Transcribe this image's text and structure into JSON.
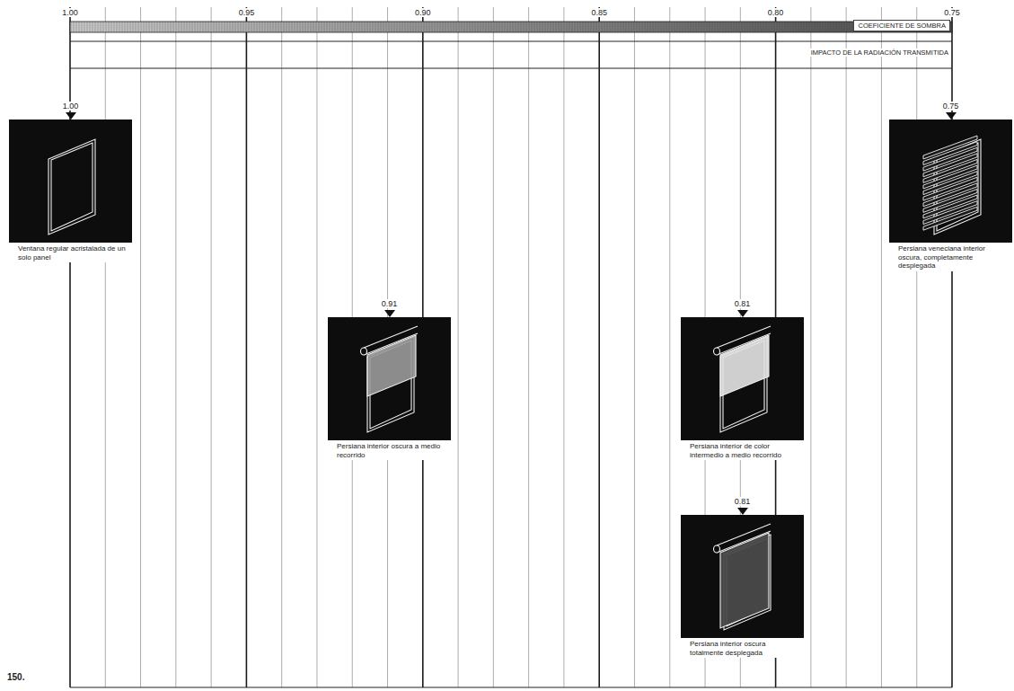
{
  "diagram": {
    "nodes": [
      {
        "text": [
          "1.00",
          "Ventana regular acristalada de un solo panel"
        ]
      },
      {
        "text": [
          "0.91",
          "Persiana interior oscura a medio recorrido"
        ]
      },
      {
        "text": [
          "0.81",
          "Persiana interior de color intermedio a medio recorrido"
        ]
      },
      {
        "text": [
          "0.81",
          "Persiana interior oscura totalmente desplegada"
        ]
      },
      {
        "text": [
          "0.75",
          "Persiana veneciana interior oscura, completamente desplegada"
        ]
      }
    ],
    "labels": [
      "1.00",
      "0.95",
      "0.90",
      "0.85",
      "0.80",
      "0.75",
      "COEFICIENTE DE SOMBRA",
      "IMPACTO DE LA RADIACIÓN TRANSMITIDA",
      "150."
    ]
  }
}
